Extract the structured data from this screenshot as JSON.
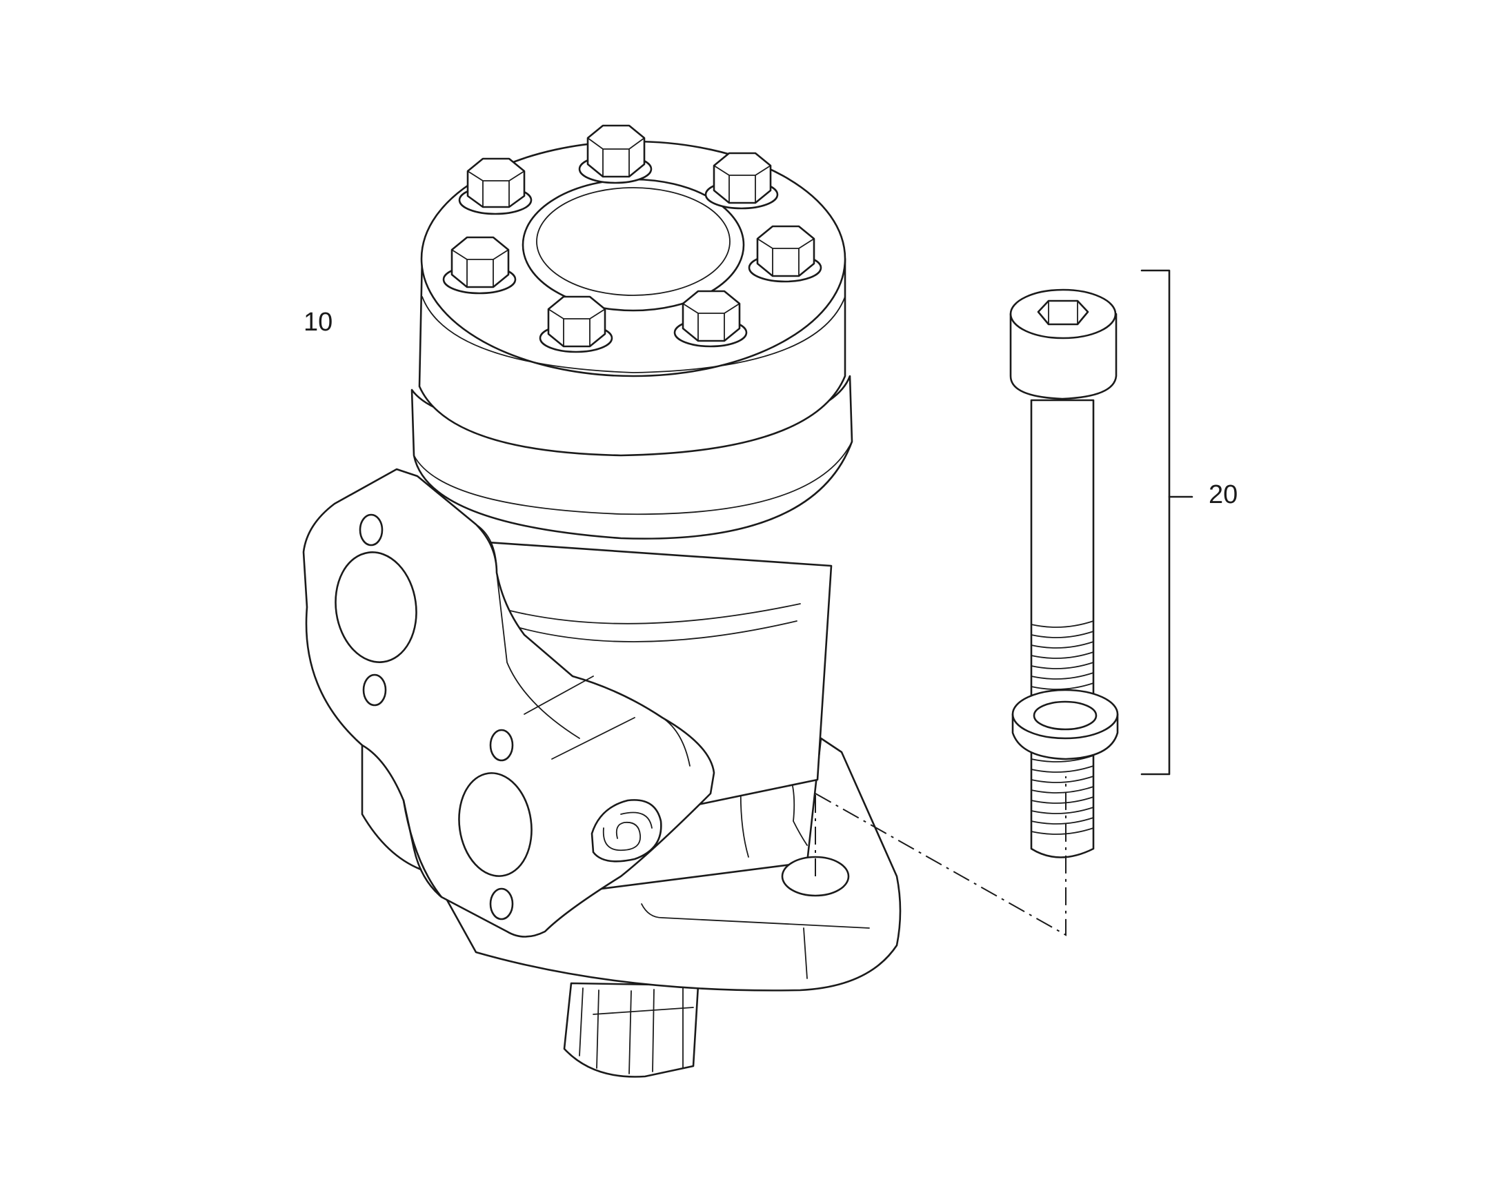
{
  "callouts": [
    {
      "id": "10",
      "text": "10"
    },
    {
      "id": "20",
      "text": "20"
    }
  ],
  "colors": {
    "line": "#1a1a1a",
    "background": "#ffffff"
  },
  "icons": [
    "hydraulic-motor-drawing",
    "socket-head-cap-screw",
    "flat-washer",
    "manufacturer-logo"
  ]
}
